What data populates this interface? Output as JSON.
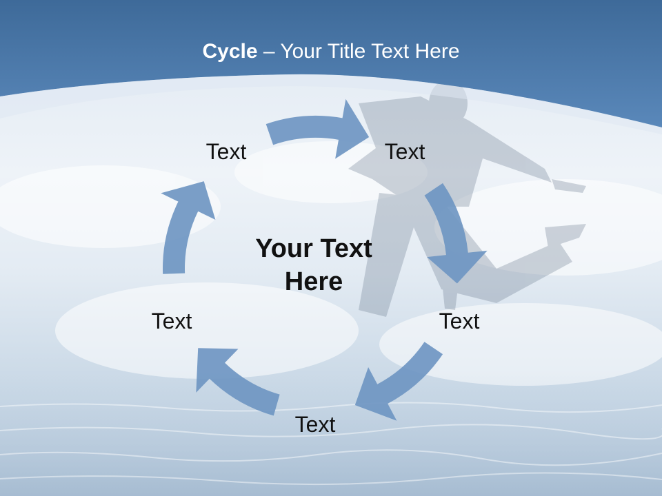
{
  "slide": {
    "title_bold": "Cycle",
    "title_rest": " – Your Title Text Here",
    "center_text": "Your Text Here",
    "step_labels": [
      "Text",
      "Text",
      "Text",
      "Text",
      "Text"
    ]
  },
  "colors": {
    "header": "#3e6c9e",
    "arrow": "#6f96c2",
    "text": "#111111",
    "title": "#ffffff"
  }
}
